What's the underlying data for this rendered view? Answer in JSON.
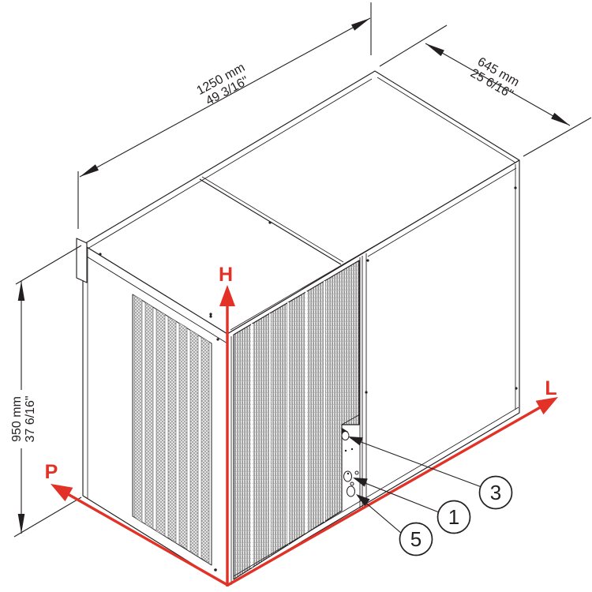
{
  "diagram": {
    "kind": "isometric dimensional drawing of modular ice machine unit",
    "dimensions": {
      "width": {
        "mm": "1250 mm",
        "inch": "49 3/16\""
      },
      "depth": {
        "mm": "645 mm",
        "inch": "25 6/16\""
      },
      "height": {
        "mm": "950 mm",
        "inch": "37 6/16\""
      }
    },
    "axes": {
      "height_label": "H",
      "length_label": "L",
      "depth_label": "P",
      "color": "#e23126"
    },
    "callouts": [
      {
        "number": "3"
      },
      {
        "number": "1"
      },
      {
        "number": "5"
      }
    ],
    "colors": {
      "line": "#231f20",
      "axis_red": "#e23126",
      "grille_gray": "#8a8a8a"
    }
  }
}
